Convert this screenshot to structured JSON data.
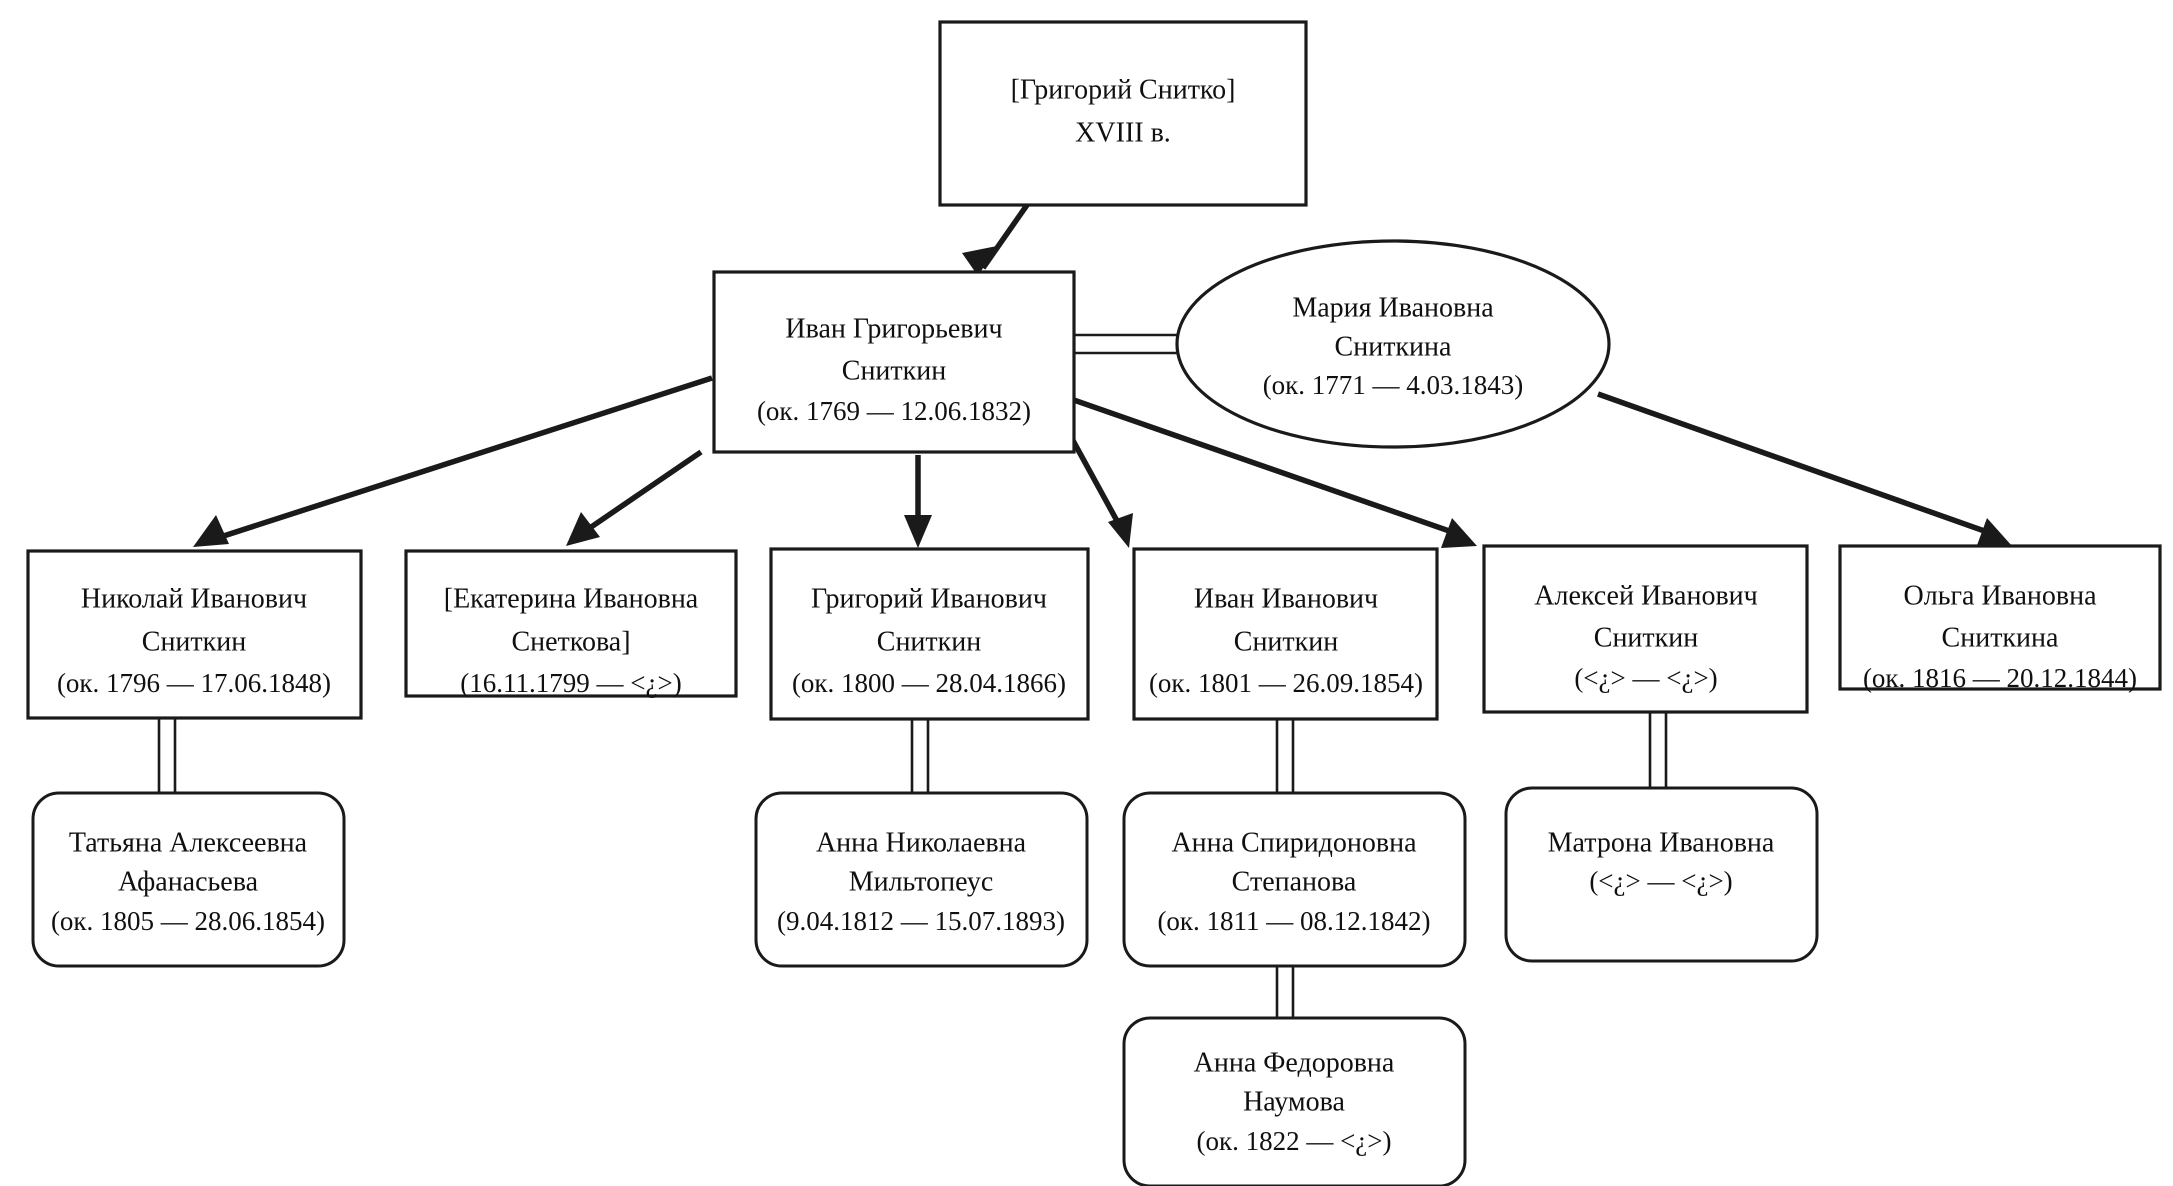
{
  "diagram": {
    "title": "Родословное древо Сниткиных",
    "unknown_marker": "<¿>",
    "colors": {
      "background": "#ffffff",
      "stroke": "#1a1a1a",
      "text": "#101010"
    }
  },
  "nodes": {
    "grigoriy_snitko": {
      "shape": "rect",
      "line1": "[Григорий Снитко]",
      "line2": "XVIII в.",
      "line3": ""
    },
    "ivan_grigorevich": {
      "shape": "rect",
      "line1": "Иван Григорьевич",
      "line2": "Сниткин",
      "line3": "(ок. 1769 — 12.06.1832)"
    },
    "mariya_ivanovna": {
      "shape": "ellipse",
      "line1": "Мария Ивановна",
      "line2": "Сниткина",
      "line3": "(ок. 1771 — 4.03.1843)"
    },
    "nikolay_ivanovich": {
      "shape": "rect",
      "line1": "Николай Иванович",
      "line2": "Сниткин",
      "line3": "(ок. 1796 — 17.06.1848)"
    },
    "ekaterina_ivanovna": {
      "shape": "rect",
      "line1": "[Екатерина Ивановна",
      "line2": "Снеткова]",
      "line3": "(16.11.1799 — <¿>)"
    },
    "grigoriy_ivanovich": {
      "shape": "rect",
      "line1": "Григорий Иванович",
      "line2": "Сниткин",
      "line3": "(ок. 1800 — 28.04.1866)"
    },
    "ivan_ivanovich": {
      "shape": "rect",
      "line1": "Иван Иванович",
      "line2": "Сниткин",
      "line3": "(ок. 1801 — 26.09.1854)"
    },
    "aleksey_ivanovich": {
      "shape": "rect",
      "line1": "Алексей Иванович",
      "line2": "Сниткин",
      "line3": "(<¿> — <¿>)"
    },
    "olga_ivanovna": {
      "shape": "rect",
      "line1": "Ольга Ивановна",
      "line2": "Сниткина",
      "line3": "(ок. 1816 — 20.12.1844)"
    },
    "tatyana_afanaseva": {
      "shape": "rounded-rect",
      "line1": "Татьяна Алексеевна",
      "line2": "Афанасьева",
      "line3": "(ок. 1805 — 28.06.1854)"
    },
    "anna_miltopeus": {
      "shape": "rounded-rect",
      "line1": "Анна Николаевна",
      "line2": "Мильтопеус",
      "line3": "(9.04.1812 — 15.07.1893)"
    },
    "anna_stepanova": {
      "shape": "rounded-rect",
      "line1": "Анна Спиридоновна",
      "line2": "Степанова",
      "line3": "(ок. 1811 — 08.12.1842)"
    },
    "matrona_ivanovna": {
      "shape": "rounded-rect",
      "line1": "Матрона Ивановна",
      "line2": "(<¿> — <¿>)",
      "line3": ""
    },
    "anna_naumova": {
      "shape": "rounded-rect",
      "line1": "Анна Федоровна",
      "line2": "Наумова",
      "line3": "(ок. 1822 — <¿>)"
    }
  },
  "relations": {
    "descent_edges": [
      {
        "from": "grigoriy_snitko",
        "to": "ivan_grigorevich"
      },
      {
        "from": "ivan_grigorevich",
        "to": "nikolay_ivanovich"
      },
      {
        "from": "ivan_grigorevich",
        "to": "ekaterina_ivanovna"
      },
      {
        "from": "ivan_grigorevich",
        "to": "grigoriy_ivanovich"
      },
      {
        "from": "ivan_grigorevich",
        "to": "ivan_ivanovich"
      },
      {
        "from": "ivan_grigorevich",
        "to": "aleksey_ivanovich"
      },
      {
        "from": "mariya_ivanovna",
        "to": "olga_ivanovna"
      }
    ],
    "marriage_edges": [
      {
        "a": "ivan_grigorevich",
        "b": "mariya_ivanovna"
      },
      {
        "a": "nikolay_ivanovich",
        "b": "tatyana_afanaseva"
      },
      {
        "a": "grigoriy_ivanovich",
        "b": "anna_miltopeus"
      },
      {
        "a": "ivan_ivanovich",
        "b": "anna_stepanova"
      },
      {
        "a": "aleksey_ivanovich",
        "b": "matrona_ivanovna"
      },
      {
        "a": "anna_stepanova",
        "b": "anna_naumova"
      }
    ]
  }
}
